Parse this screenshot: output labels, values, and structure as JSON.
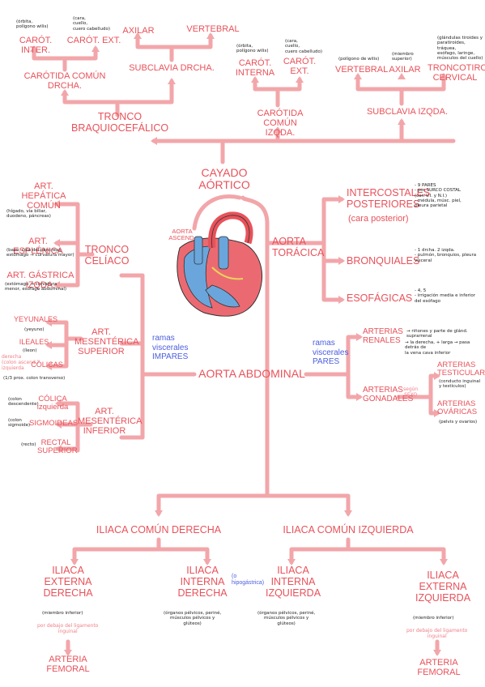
{
  "colors": {
    "line": "#f2a6aa",
    "accent": "#e8525a",
    "note": "#222222",
    "blue": "#4b5de0"
  },
  "top": {
    "carot_inter": "CARÓT. INTER.",
    "carot_ext": "CARÓT. EXT.",
    "carot_inter_note": "(órbita,\npolígono wilis)",
    "carot_ext_note": "(cara,\ncuello,\ncuero cabelludo)",
    "carotida_comun_drcha": "CARÓTIDA COMÚN\nDRCHA.",
    "axilar": "AXILAR",
    "vertebral": "VERTEBRAL",
    "subclavia_drcha": "SUBCLAVIA DRCHA.",
    "tronco_braquiocefalico": "TRONCO\nBRAQUIOCEFÁLICO",
    "carot_interna": "CARÓT.\nINTERNA",
    "carot_ext2": "CARÓT.\nEXT.",
    "carot_interna_note": "(órbita,\npolígono wilis)",
    "carot_ext2_note": "(cara,\ncuello,\ncuero cabelludo)",
    "carotida_comun_izqda": "CARÓTIDA COMÚN\nIZQDA.",
    "vertebral_izq": "VERTEBRAL",
    "vertebral_izq_note": "(polígono de wilis)",
    "axilar_izq": "AXILAR",
    "axilar_izq_note": "(miembro\nsuperior)",
    "troncotiro": "TRONCOTIRO-\nCERVICAL",
    "troncotiro_note": "(glándulas tiroides y\nparatiroides, tráquea,\nesófago, laringe,\nmúsculos del cuello)",
    "subclavia_izqda": "SUBCLAVIA IZQDA.",
    "cayado": "CAYADO\nAÓRTICO"
  },
  "heart": {
    "aorta_ascend": "AORTA\nASCEND."
  },
  "toracica": {
    "title": "AORTA\nTORÁCICA",
    "intercostales": "INTERCOSTALES\nPOSTERIORES",
    "intercostales_sub": "(cara posterior)",
    "intercostales_note": "- 9 PARES\n- por SURCO COSTAL\n  (con V.I. y N.I.)\n- médula, músc. piel,\n  pleura parietal",
    "bronquiales": "BRONQUIALES",
    "bronquiales_note": "- 1 drcha. 2 izqda.\n- pulmón, bronquios, pleura\n  visceral",
    "esofagicas": "ESOFÁGICAS",
    "esofagicas_note": "- 4, 5\n- irrigación media e inferior\n  del esófago"
  },
  "celiaco": {
    "title": "TRONCO\nCELÍACO",
    "hepatica": "ART.\nHEPÁTICA COMÚN",
    "hepatica_note": "(hígado, vía biliar,\nduodeno, páncreas)",
    "esplenica": "ART. ESPLÉNICA",
    "esplenica_note": "(bazo, cola del páncreas,\nestómago → curvatura mayor)",
    "gastrica": "ART. GÁSTRICA IZQDA.",
    "gastrica_note": "(estómago → curvatura\nmenor, esófago abdominal)"
  },
  "mes_sup": {
    "title": "ART.\nMESENTÉRICA\nSUPERIOR",
    "yeyunales": "YEYUNALES",
    "yeyunales_note": "(yeyuno)",
    "ileales": "ILEALES",
    "ileales_note": "(íleon)",
    "colicas": "CÓLICAS",
    "colicas_note_top": "derecha\n(colon ascend.)\nizquierda",
    "colicas_note": "(1/3 prox. colon transverso)"
  },
  "mes_inf": {
    "title": "ART.\nMESENTÉRICA\nINFERIOR",
    "colica_izq": "CÓLICA\nizquierda",
    "colica_izq_note": "(colon\ndescendente)",
    "sigmoideas": "SIGMOIDEAS",
    "sigmoideas_note": "(colon\nsigmoide)",
    "rectal": "RECTAL\nSUPERIOR",
    "rectal_note": "(recto)"
  },
  "abdominal": {
    "title": "AORTA ABDOMINAL",
    "ramas_impares": "ramas\nviscerales\nIMPARES",
    "ramas_pares": "ramas\nviscerales\nPARES",
    "renales": "ARTERIAS\nRENALES",
    "renales_note1": "→ riñones y parte de glánd. suprarrenal",
    "renales_note2": "→ la derecha, + larga → pasa detrás de\n   la vena cava inferior",
    "gonadales": "ARTERIAS\nGONADALES",
    "segun_sexo": "según\nSEXO",
    "testiculares": "ARTERIAS\nTESTICULARES",
    "testiculares_note": "(conducto inguinal\ny testículos)",
    "ovaricas": "ARTERIAS\nOVÁRICAS",
    "ovaricas_note": "(pelvis y ovarios)"
  },
  "iliacas": {
    "comun_der": "ILIACA COMÚN DERECHA",
    "comun_izq": "ILIACA COMÚN IZQUIERDA",
    "ext_der": "ILIACA\nEXTERNA\nDERECHA",
    "ext_der_note": "(miembro inferior)",
    "int_der": "ILIACA\nINTERNA\nDERECHA",
    "int_der_note": "(órganos pélvicos, periné,\nmúsculos pélvicos y\nglúteos)",
    "hipogastrica": "(o\nhipogástrica)",
    "int_izq": "ILIACA\nINTERNA\nIZQUIERDA",
    "int_izq_note": "(órganos pélvicos, periné,\nmúsculos pélvicos y\nglúteos)",
    "ext_izq": "ILIACA\nEXTERNA\nIZQUIERDA",
    "ext_izq_note": "(miembro inferior)",
    "lig_der": "por debajo del ligamento\ninguinal",
    "lig_izq": "por debajo del ligamento\ninguinal",
    "femoral_der": "ARTERIA\nFEMORAL",
    "femoral_izq": "ARTERIA\nFEMORAL"
  }
}
